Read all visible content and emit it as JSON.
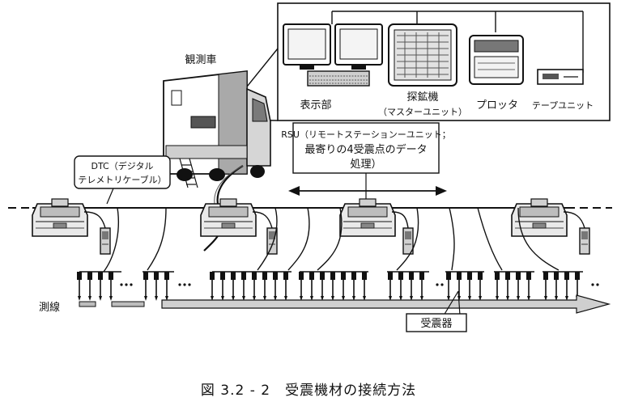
{
  "labels": {
    "vehicle": "観測車",
    "display": "表示部",
    "seismograph": "探鉱機",
    "master_unit": "（マスターユニット）",
    "plotter": "プロッタ",
    "tape_unit": "テープユニット",
    "dtc_line1": "DTC（デジタル",
    "dtc_line2": "テレメトリケーブル）",
    "rsu_line1": "RSU（リモートステーションーユニット；",
    "rsu_line2": "最寄りの4受震点のデータ",
    "rsu_line3": "処理）",
    "survey_line": "測線",
    "geophone": "受震器",
    "caption": "図 3.2 - 2　受震機材の接続方法"
  },
  "colors": {
    "ink": "#111111",
    "gray_dark": "#7a7a7a",
    "gray_mid": "#a9a9a9",
    "gray_light": "#d6d6d6",
    "arrow_fill": "#cfcfcf"
  },
  "icons": [
    "monitor-icon",
    "keyboard-icon",
    "seismograph-icon",
    "plotter-icon",
    "tape-unit-icon",
    "truck-icon",
    "rsu-unit-icon",
    "battery-icon",
    "geophone-icon"
  ]
}
